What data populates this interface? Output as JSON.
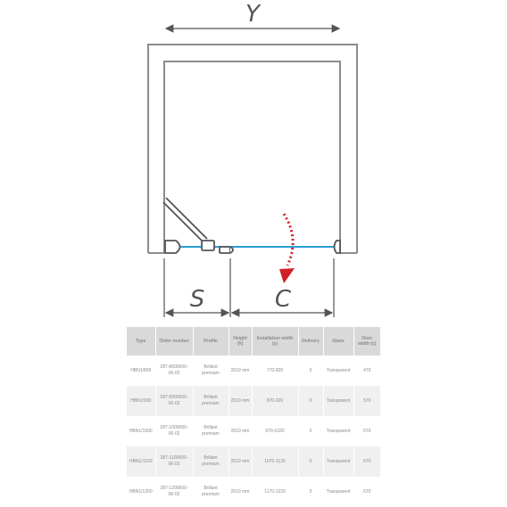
{
  "diagram": {
    "labels": {
      "top_width": "Y",
      "fixed_panel": "S",
      "door_width": "C"
    },
    "colors": {
      "outline": "#8c8c8c",
      "glass": "#2a9fd6",
      "hardware": "#555555",
      "arrow": "#d21f26"
    }
  },
  "table": {
    "headers": [
      "Type",
      "Order number",
      "Profile",
      "Height (h)",
      "Installation width (y)",
      "Delivery",
      "Glass",
      "Door width (c)"
    ],
    "rows": [
      [
        "HBN1/800",
        "287-8000000-06-02",
        "Brillant premium",
        "2010 mm",
        "770-820",
        "0",
        "Transparent",
        "470"
      ],
      [
        "HBN1/900",
        "287-9000000-06-02",
        "Brillant premium",
        "2010 mm",
        "870-920",
        "0",
        "Transparent",
        "570"
      ],
      [
        "HBN1/1000",
        "287-1000000-06-02",
        "Brillant premium",
        "2010 mm",
        "970-1020",
        "0",
        "Transparent",
        "570"
      ],
      [
        "HBN1/1100",
        "287-1100000-06-02",
        "Brillant premium",
        "2010 mm",
        "1070-1120",
        "0",
        "Transparent",
        "670"
      ],
      [
        "HBN1/1200",
        "287-1200000-06-02",
        "Brillant premium",
        "2010 mm",
        "1170-1220",
        "0",
        "Transparent",
        "670"
      ]
    ]
  }
}
